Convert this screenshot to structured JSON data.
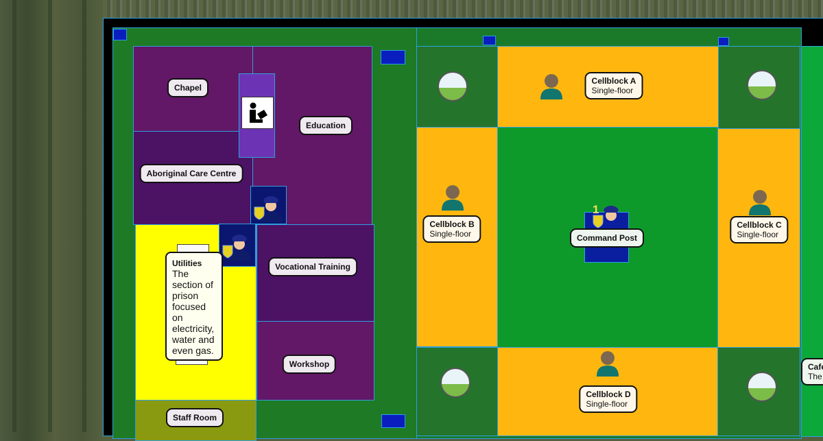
{
  "rooms": {
    "chapel": "Chapel",
    "education": "Education",
    "aboriginal": "Aboriginal Care Centre",
    "vocational": "Vocational Training",
    "workshop": "Workshop",
    "staff_room": "Staff Room",
    "command_post": "Command Post",
    "command_post_count": "1"
  },
  "tooltip": {
    "title": "Utilities",
    "body": "The section of prison focused on electricity, water and even gas."
  },
  "cellblocks": [
    {
      "name": "Cellblock A",
      "type": "Single-floor"
    },
    {
      "name": "Cellblock B",
      "type": "Single-floor"
    },
    {
      "name": "Cellblock C",
      "type": "Single-floor"
    },
    {
      "name": "Cellblock D",
      "type": "Single-floor"
    }
  ],
  "cafeteria": {
    "name": "Cafe",
    "desc": "The"
  },
  "colors": {
    "compound": "#1e7a24",
    "cell": "#ffb70f",
    "purple": "#621866",
    "utilities": "#ffff00"
  }
}
